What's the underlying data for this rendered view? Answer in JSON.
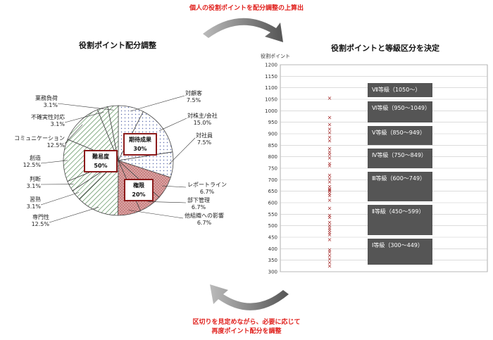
{
  "top_note": "個人の役割ポイントを配分調整の上算出",
  "bottom_note_line1": "区切りを見定めながら、必要に応じて",
  "bottom_note_line2": "再度ポイント配分を調整",
  "left_title": "役割ポイント配分調整",
  "right_title": "役割ポイントと等級区分を決定",
  "pie": {
    "slices": [
      {
        "name": "対顧客",
        "pct": "7.5%",
        "value": 7.5,
        "group": "期待成果"
      },
      {
        "name": "対株主/会社",
        "pct": "15.0%",
        "value": 15.0,
        "group": "期待成果"
      },
      {
        "name": "対社員",
        "pct": "7.5%",
        "value": 7.5,
        "group": "期待成果"
      },
      {
        "name": "レポートライン",
        "pct": "6.7%",
        "value": 6.7,
        "group": "権限"
      },
      {
        "name": "部下管理",
        "pct": "6.7%",
        "value": 6.7,
        "group": "権限"
      },
      {
        "name": "他組織への影響",
        "pct": "6.7%",
        "value": 6.7,
        "group": "権限"
      },
      {
        "name": "専門性",
        "pct": "12.5%",
        "value": 12.5,
        "group": "難易度"
      },
      {
        "name": "習熟",
        "pct": "3.1%",
        "value": 3.1,
        "group": "難易度"
      },
      {
        "name": "判断",
        "pct": "3.1%",
        "value": 3.1,
        "group": "難易度"
      },
      {
        "name": "創造",
        "pct": "12.5%",
        "value": 12.5,
        "group": "難易度"
      },
      {
        "name": "コミュニケーション",
        "pct": "12.5%",
        "value": 12.5,
        "group": "難易度"
      },
      {
        "name": "不確実性対応",
        "pct": "3.1%",
        "value": 3.1,
        "group": "難易度"
      },
      {
        "name": "業務負荷",
        "pct": "3.1%",
        "value": 3.1,
        "group": "難易度"
      }
    ],
    "groups": [
      {
        "name": "期待成果",
        "pct": "30%"
      },
      {
        "name": "権限",
        "pct": "20%"
      },
      {
        "name": "難易度",
        "pct": "50%"
      }
    ]
  },
  "chart_data": {
    "type": "scatter",
    "title": "役割ポイントと等級区分を決定",
    "ylabel": "役割ポイント",
    "ylim": [
      300,
      1200
    ],
    "yticks": [
      300,
      350,
      400,
      450,
      500,
      550,
      600,
      650,
      700,
      750,
      800,
      850,
      900,
      950,
      1000,
      1050,
      1100,
      1150,
      1200
    ],
    "grid": true,
    "points": [
      1055,
      970,
      940,
      920,
      905,
      885,
      870,
      835,
      820,
      810,
      795,
      770,
      760,
      720,
      705,
      690,
      670,
      660,
      655,
      650,
      640,
      630,
      610,
      575,
      545,
      535,
      515,
      500,
      490,
      480,
      470,
      460,
      440,
      395,
      385,
      370,
      355,
      340,
      325
    ],
    "grades": [
      {
        "label": "Ⅶ等級（1050～）",
        "top": 1120,
        "bottom": 1060
      },
      {
        "label": "Ⅵ等級（950～1049）",
        "top": 1040,
        "bottom": 950
      },
      {
        "label": "Ⅴ等級（850～949）",
        "top": 935,
        "bottom": 850
      },
      {
        "label": "Ⅳ等級（750～849）",
        "top": 835,
        "bottom": 750
      },
      {
        "label": "Ⅲ等級（600～749）",
        "top": 735,
        "bottom": 605
      },
      {
        "label": "Ⅱ等級（450～599）",
        "top": 590,
        "bottom": 460
      },
      {
        "label": "Ⅰ等級（300～449）",
        "top": 445,
        "bottom": 330
      }
    ],
    "color_marker": "#a52a2a",
    "color_grade": "#555555"
  },
  "colors": {
    "accent_red": "#e0201c",
    "box_border": "#8b1a1a",
    "authority_fill": "#c98080"
  }
}
